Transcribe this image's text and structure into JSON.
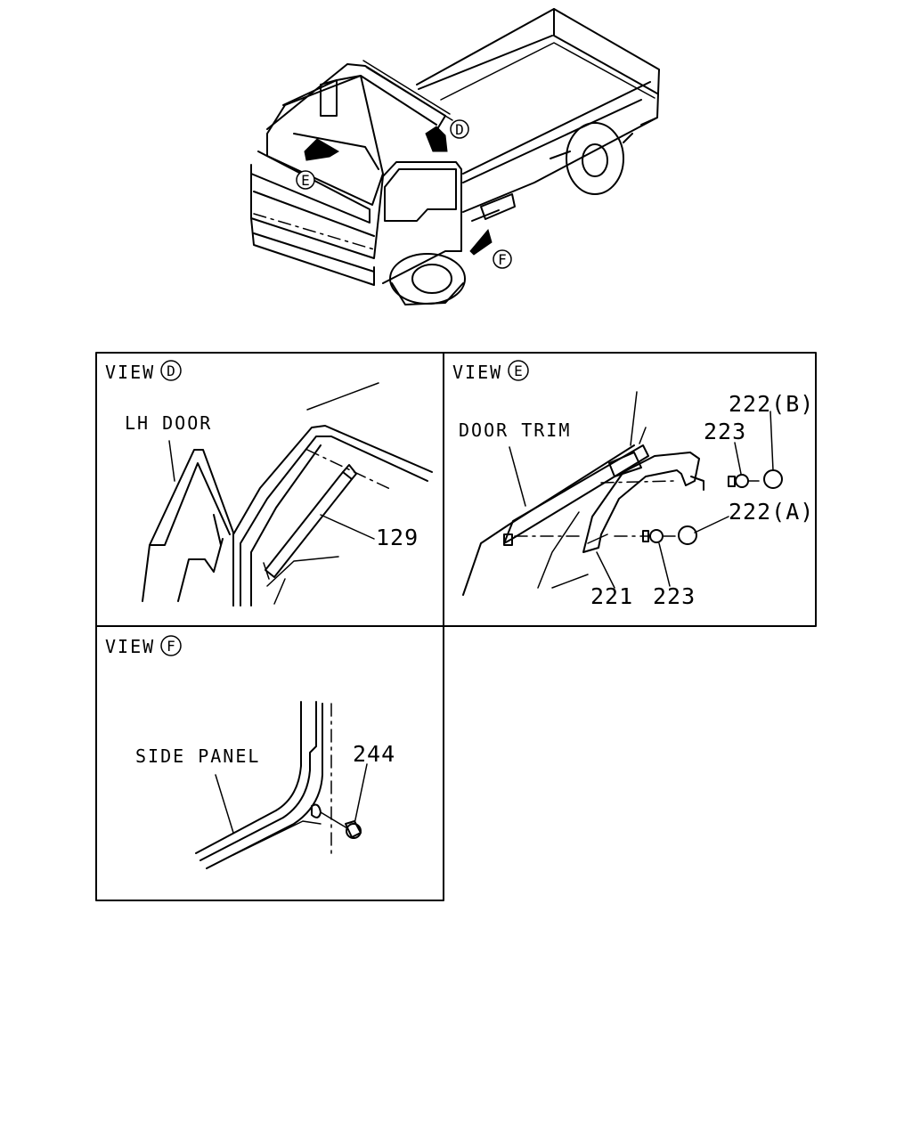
{
  "overview": {
    "callouts": [
      {
        "id": "D",
        "letter": "D"
      },
      {
        "id": "E",
        "letter": "E"
      },
      {
        "id": "F",
        "letter": "F"
      }
    ]
  },
  "views": {
    "D": {
      "title": "VIEW",
      "letter": "D",
      "labels": {
        "lh_door": "LH DOOR"
      },
      "part_numbers": [
        "129"
      ]
    },
    "E": {
      "title": "VIEW",
      "letter": "E",
      "labels": {
        "door_trim": "DOOR TRIM"
      },
      "part_numbers": [
        "222(B)",
        "223",
        "222(A)",
        "221",
        "223"
      ]
    },
    "F": {
      "title": "VIEW",
      "letter": "F",
      "labels": {
        "side_panel": "SIDE PANEL"
      },
      "part_numbers": [
        "244"
      ]
    }
  }
}
